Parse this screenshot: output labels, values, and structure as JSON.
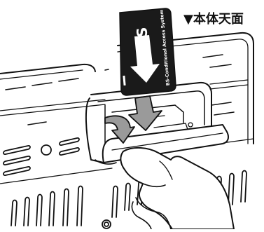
{
  "view_label": "▼本体天面",
  "card": {
    "brand": "B-CAS",
    "system_name": "BS-Conditional Access System"
  },
  "colors": {
    "ink": "#111111",
    "card_fill": "#1a1a1a",
    "card_text": "#ffffff",
    "arrow_fill": "#9a9a9a",
    "background": "#ffffff"
  },
  "icons": {
    "insert_arrow": "down-arrow-icon",
    "lid_arrow": "curved-down-arrow-icon",
    "hand": "pointing-hand-icon"
  }
}
